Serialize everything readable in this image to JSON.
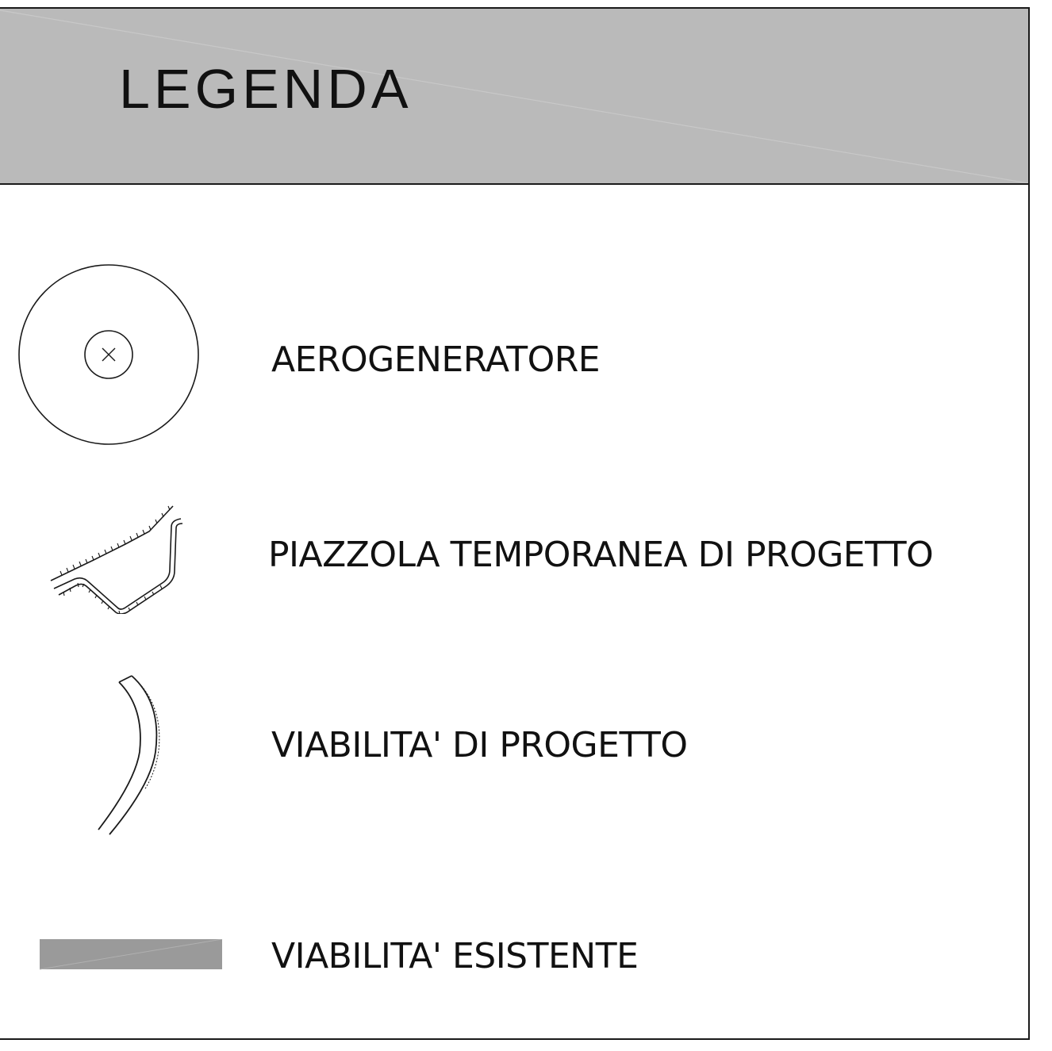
{
  "legend": {
    "title": "LEGENDA",
    "items": [
      {
        "label": "AEROGENERATORE",
        "icon": "wind-turbine-symbol-icon"
      },
      {
        "label": "PIAZZOLA TEMPORANEA DI PROGETTO",
        "icon": "temporary-platform-symbol-icon"
      },
      {
        "label": "VIABILITA' DI PROGETTO",
        "icon": "planned-road-symbol-icon"
      },
      {
        "label": "VIABILITA' ESISTENTE",
        "icon": "existing-road-swatch-icon"
      }
    ]
  },
  "colors": {
    "header_fill": "#bababa",
    "existing_road_fill": "#9a9a9a",
    "line": "#1a1a1a"
  }
}
